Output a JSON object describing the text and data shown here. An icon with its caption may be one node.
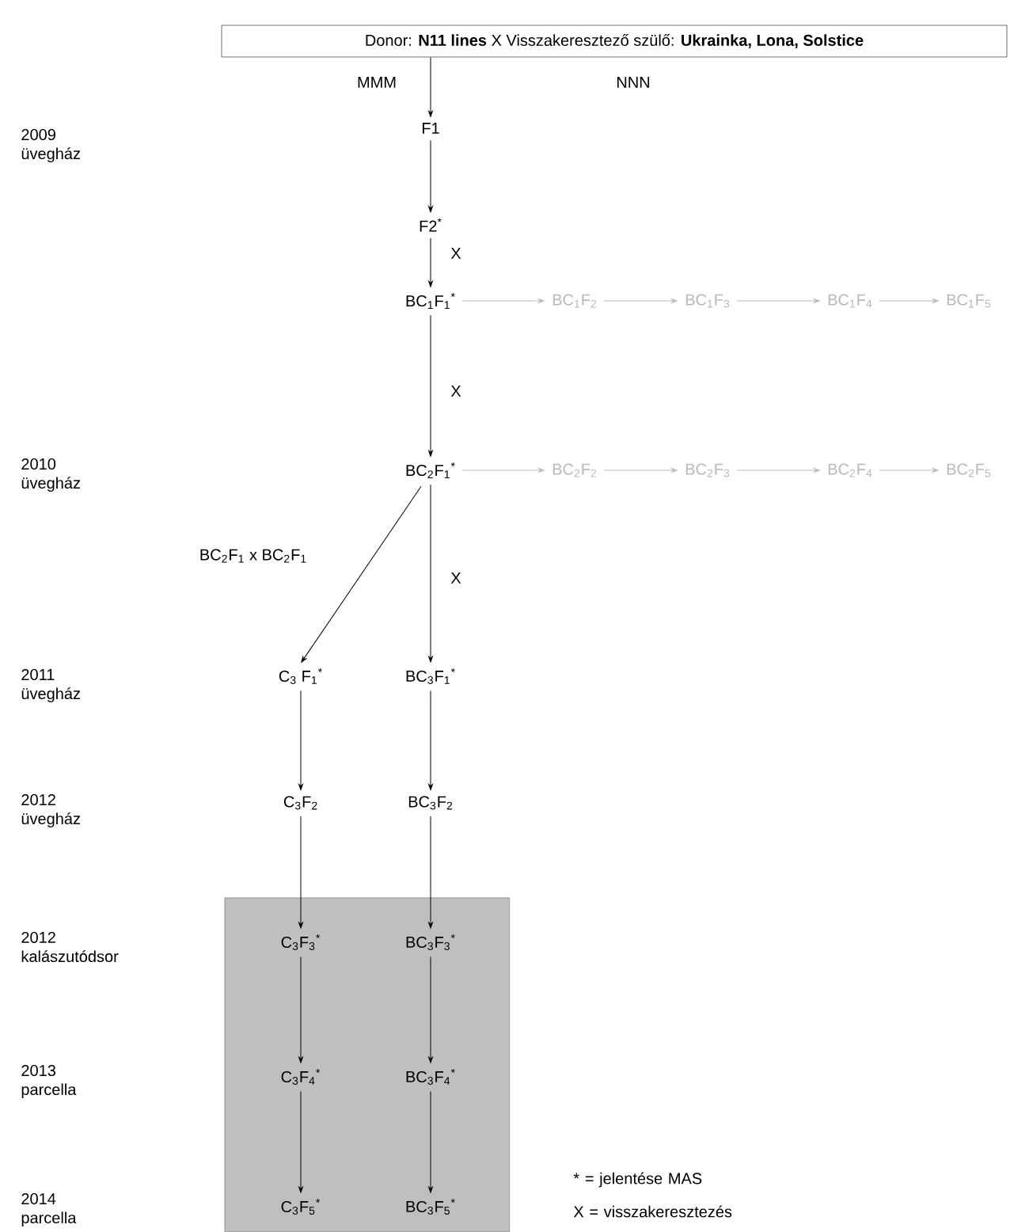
{
  "diagram": {
    "nodes": [
      {
        "text": [
          "Donor: **N11 lines** X Visszakeresztező szülő: **Ukrainka, Lona, Solstice**"
        ]
      },
      {
        "text": [
          "F1"
        ]
      },
      {
        "text": [
          "F2$^{*}$"
        ]
      },
      {
        "text": [
          "BC$_{1}$F$_{1}$$^{*}$"
        ]
      },
      {
        "text": [
          "BC$_{1}$F$_{2}$"
        ]
      },
      {
        "text": [
          "BC$_{1}$F$_{3}$"
        ]
      },
      {
        "text": [
          "BC$_{1}$F$_{4}$"
        ]
      },
      {
        "text": [
          "BC$_{1}$F$_{5}$"
        ]
      },
      {
        "text": [
          "BC$_{2}$F$_{1}$$^{*}$"
        ]
      },
      {
        "text": [
          "BC$_{2}$F$_{2}$"
        ]
      },
      {
        "text": [
          "BC$_{2}$F$_{3}$"
        ]
      },
      {
        "text": [
          "BC$_{2}$F$_{4}$"
        ]
      },
      {
        "text": [
          "BC$_{2}$F$_{5}$"
        ]
      },
      {
        "text": [
          "C$_{3}$ F$_{1}$$^{*}$"
        ]
      },
      {
        "text": [
          "BC$_{3}$F$_{1}$$^{*}$"
        ]
      },
      {
        "text": [
          "C$_{3}$F$_{2}$"
        ]
      },
      {
        "text": [
          "BC$_{3}$F$_{2}$"
        ]
      },
      {
        "text": [],
        "shape": "box"
      },
      {
        "text": [
          "C$_{3}$F$_{3}$$^{*}$"
        ],
        "in": 17
      },
      {
        "text": [
          "BC$_{3}$F$_{3}$$^{*}$"
        ],
        "in": 17
      },
      {
        "text": [
          "C$_{3}$F$_{4}$$^{*}$"
        ],
        "in": 17
      },
      {
        "text": [
          "BC$_{3}$F$_{4}$$^{*}$"
        ],
        "in": 17
      },
      {
        "text": [
          "C$_{3}$F$_{5}$$^{*}$"
        ],
        "in": 17
      },
      {
        "text": [
          "BC$_{3}$F$_{5}$$^{*}$"
        ],
        "in": 17
      }
    ],
    "edges": [
      {
        "from": 0,
        "to": 1,
        "arrow": "to"
      },
      {
        "from": 1,
        "to": 2,
        "arrow": "to"
      },
      {
        "from": 2,
        "to": 3,
        "arrow": "to",
        "label": "X"
      },
      {
        "from": 3,
        "to": 4,
        "arrow": "to",
        "color": "#bbbbbb"
      },
      {
        "from": 4,
        "to": 5,
        "arrow": "to",
        "color": "#bbbbbb"
      },
      {
        "from": 5,
        "to": 6,
        "arrow": "to",
        "color": "#bbbbbb"
      },
      {
        "from": 6,
        "to": 7,
        "arrow": "to",
        "color": "#bbbbbb"
      },
      {
        "from": 3,
        "to": 8,
        "arrow": "to",
        "label": "X"
      },
      {
        "from": 8,
        "to": 9,
        "arrow": "to",
        "color": "#bbbbbb"
      },
      {
        "from": 9,
        "to": 10,
        "arrow": "to",
        "color": "#bbbbbb"
      },
      {
        "from": 10,
        "to": 11,
        "arrow": "to",
        "color": "#bbbbbb"
      },
      {
        "from": 11,
        "to": 12,
        "arrow": "to",
        "color": "#bbbbbb"
      },
      {
        "from": 8,
        "to": 13,
        "arrow": "to",
        "label": "BC$_{2}$F$_{1}$ x  BC$_{2}$F$_{1}$"
      },
      {
        "from": 8,
        "to": 14,
        "arrow": "to",
        "label": "X"
      },
      {
        "from": 13,
        "to": 15,
        "arrow": "to"
      },
      {
        "from": 14,
        "to": 16,
        "arrow": "to"
      },
      {
        "from": 15,
        "to": 18,
        "arrow": "to"
      },
      {
        "from": 16,
        "to": 19,
        "arrow": "to"
      },
      {
        "from": 18,
        "to": 20,
        "arrow": "to"
      },
      {
        "from": 19,
        "to": 21,
        "arrow": "to"
      },
      {
        "from": 20,
        "to": 22,
        "arrow": "to"
      },
      {
        "from": 21,
        "to": 23,
        "arrow": "to"
      }
    ],
    "labels": [
      "MMM",
      "NNN",
      "2009 üvegház",
      "2010 üvegház",
      "2011 üvegház",
      "2012 üvegház",
      "2012 kalászutódsor",
      "2013 parcella",
      "2014 parcella",
      "* = jelentése MAS",
      "X = visszakeresztezés"
    ]
  }
}
